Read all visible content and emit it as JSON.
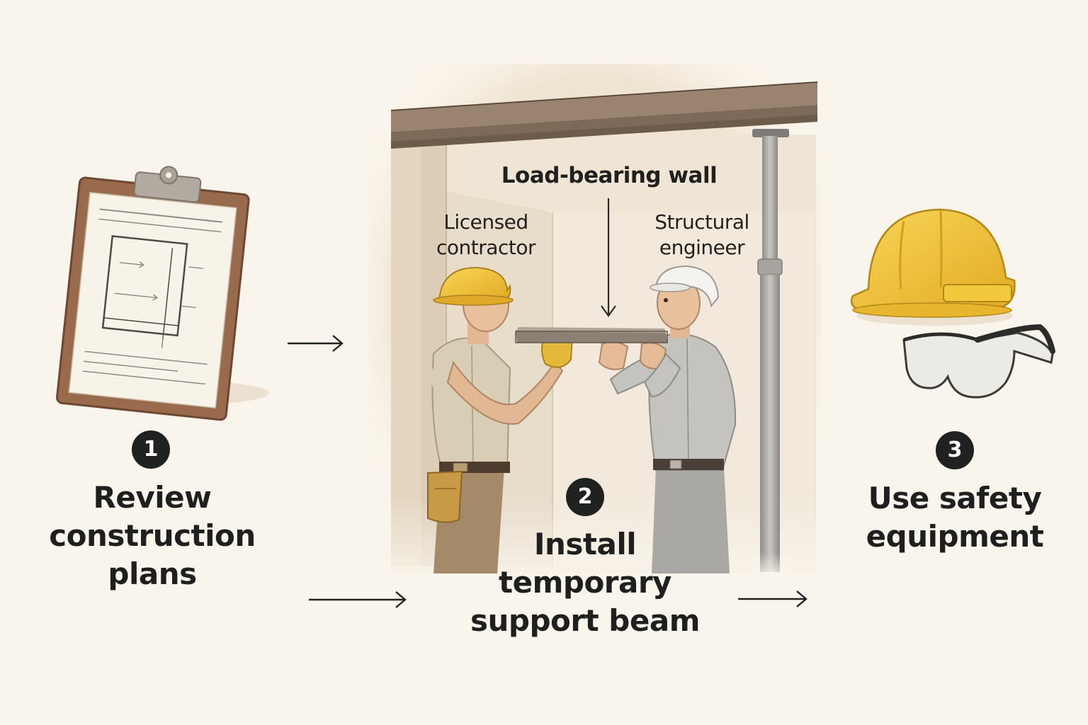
{
  "callouts": {
    "load_bearing_wall": "Load-bearing wall",
    "licensed_contractor": [
      "Licensed",
      "contractor"
    ],
    "structural_engineer": [
      "Structural",
      "engineer"
    ]
  },
  "steps": [
    {
      "number": "1",
      "lines": [
        "Review",
        "construction",
        "plans"
      ],
      "icon": "clipboard-icon"
    },
    {
      "number": "2",
      "lines": [
        "Install",
        "temporary",
        "support beam"
      ],
      "icon": "workers-installing-beam"
    },
    {
      "number": "3",
      "lines": [
        "Use safety",
        "equipment"
      ],
      "icon": "hard-hat-and-goggles-icon"
    }
  ],
  "colors": {
    "background": "#faf5ec",
    "badge": "#202221",
    "text": "#1e1f1e",
    "hard_hat_yellow": "#f0c437",
    "beam_brown": "#8c7560",
    "clipboard_brown": "#9a6a4c"
  }
}
